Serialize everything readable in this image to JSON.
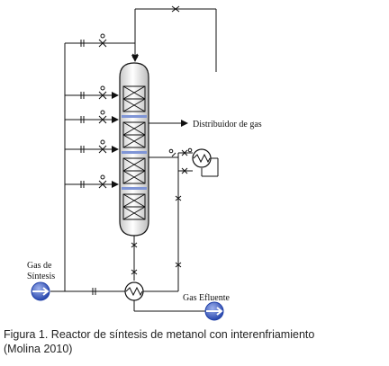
{
  "labels": {
    "gas_sintesis_line1": "Gas de",
    "gas_sintesis_line2": "Síntesis",
    "distribuidor": "Distribuidor de gas",
    "gas_efluente": "Gas Efluente"
  },
  "caption": {
    "line1": "Figura 1. Reactor de síntesis de metanol con interenfriamiento",
    "line2": "(Molina 2010)"
  },
  "colors": {
    "line": "#111111",
    "stream_blue": "#1f3fa8",
    "stream_light": "#7f95d6",
    "vessel_fill": "#f3f3f3"
  }
}
